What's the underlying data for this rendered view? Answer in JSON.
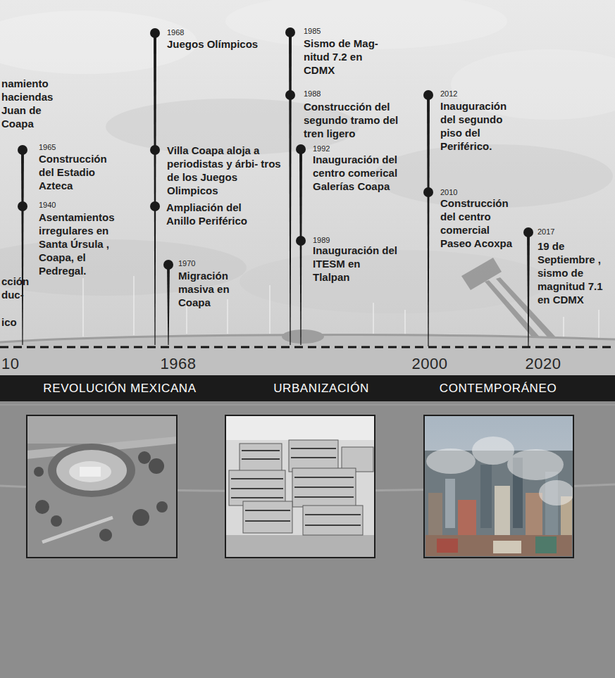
{
  "diagram": {
    "nodes": [
      {
        "text": [
          "REVOLUCIÓN MEXICANA",
          "URBANIZACIÓN",
          "CONTEMPORÁNEO"
        ]
      }
    ],
    "labels": [
      "namiento haciendas Juan de Coapa",
      "cción duc-",
      "ico",
      "1965",
      "Construcción del Estadio Azteca",
      "1940",
      "Asentamientos irregulares en Santa Úrsula , Coapa, el Pedregal.",
      "1968",
      "Juegos Olímpicos",
      "Villa Coapa aloja a periodistas y árbi- tros de los Juegos Olimpicos",
      "Ampliación del Anillo Periférico",
      "1970",
      "Migración masiva en Coapa",
      "1985",
      "Sismo de Mag- nitud 7.2 en CDMX",
      "1988",
      "Construcción del segundo tramo del tren ligero",
      "1992",
      "Inauguración del centro comerical Galerías Coapa",
      "1989",
      "Inauguración del ITESM en Tlalpan",
      "2012",
      "Inauguración del segundo piso del Periférico.",
      "2010",
      "Construcción del centro comercial Paseo Acoxpa",
      "2017",
      "19 de Septiembre , sismo de magnitud 7.1 en CDMX",
      "10",
      "1968",
      "2000",
      "2020"
    ]
  }
}
